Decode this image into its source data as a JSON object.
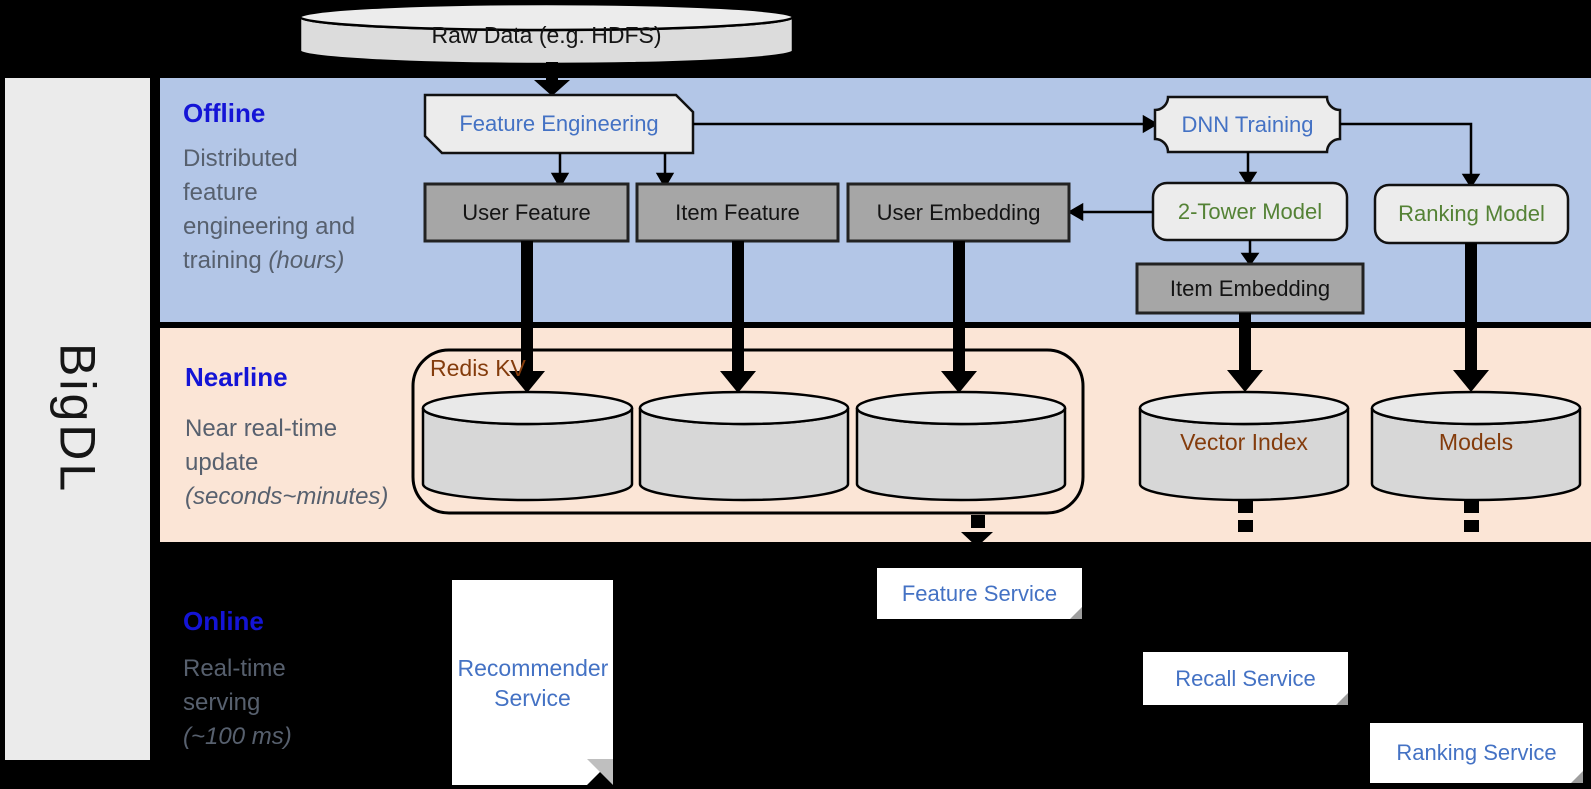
{
  "brand": {
    "label": "BigDL"
  },
  "raw_data": {
    "label": "Raw Data (e.g. HDFS)"
  },
  "colors": {
    "band_offline": "#b3c6e7",
    "band_nearline": "#fbe5d6",
    "section_title_blue": "#1414d6",
    "node_label_blue": "#4472c4",
    "node_label_green": "#548235",
    "node_label_brown": "#843c0c",
    "gray_box_fill": "#a6a6a6",
    "light_shape_fill": "#ececec",
    "cylinder_fill": "#d7d7d7"
  },
  "offline": {
    "title": "Offline",
    "desc_lines": [
      "Distributed",
      "feature",
      "engineering and"
    ],
    "desc_tail_plain": "training ",
    "desc_tail_italic": "(hours)",
    "nodes": {
      "feature_engineering": "Feature Engineering",
      "dnn_training": "DNN Training",
      "user_feature": "User Feature",
      "item_feature": "Item Feature",
      "user_embedding": "User Embedding",
      "two_tower_model": "2-Tower Model",
      "ranking_model": "Ranking Model",
      "item_embedding": "Item Embedding"
    }
  },
  "nearline": {
    "title": "Nearline",
    "desc_lines": [
      "Near real-time",
      "update"
    ],
    "desc_tail_plain": "",
    "desc_tail_italic": "(seconds~minutes)",
    "redis_kv_label": "Redis KV",
    "vector_index_label": "Vector Index",
    "models_label": "Models"
  },
  "online": {
    "title": "Online",
    "desc_lines": [
      "Real-time",
      "serving"
    ],
    "desc_tail_plain": "",
    "desc_tail_italic": "(~100 ms)",
    "recommender_service": "Recommender Service",
    "feature_service": "Feature Service",
    "recall_service": "Recall Service",
    "ranking_service": "Ranking Service"
  }
}
